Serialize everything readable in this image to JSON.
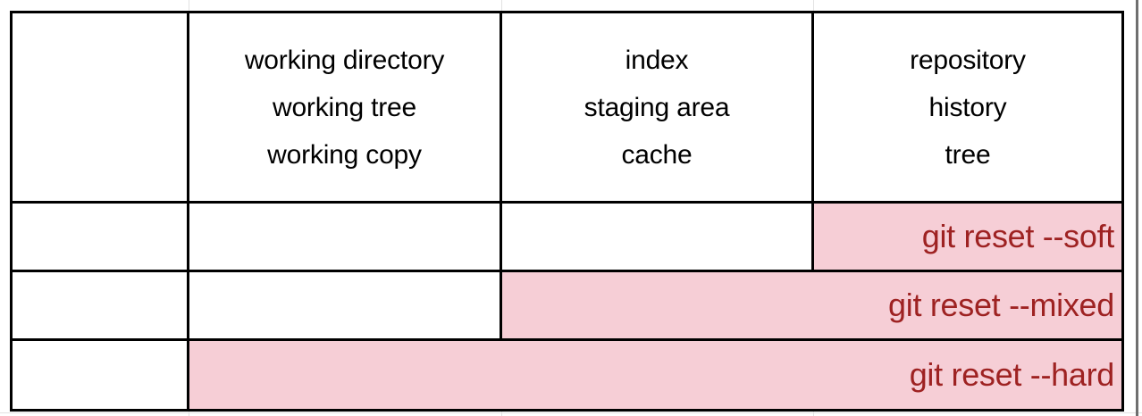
{
  "sheet": {
    "background_color": "#ffffff",
    "gridline_color": "#e2e2e2",
    "edge_color": "#6f6f6f"
  },
  "table": {
    "border_color": "#000000",
    "highlight_background": "#f6ced6",
    "highlight_text_color": "#9e2222",
    "header_text_color": "#000000",
    "columns": [
      {
        "key": "label",
        "header_lines": []
      },
      {
        "key": "working_directory",
        "header_lines": [
          "working directory",
          "working tree",
          "working copy"
        ]
      },
      {
        "key": "index",
        "header_lines": [
          "index",
          "staging area",
          "cache"
        ]
      },
      {
        "key": "repository",
        "header_lines": [
          "repository",
          "history",
          "tree"
        ]
      }
    ],
    "rows": [
      {
        "name": "soft",
        "label": "",
        "command": "git reset --soft",
        "span_start_column": 3,
        "span_columns": 1,
        "highlighted": true
      },
      {
        "name": "mixed",
        "label": "",
        "command": "git reset --mixed",
        "span_start_column": 2,
        "span_columns": 2,
        "highlighted": true
      },
      {
        "name": "hard",
        "label": "",
        "command": "git reset --hard",
        "span_start_column": 1,
        "span_columns": 3,
        "highlighted": true
      }
    ]
  }
}
